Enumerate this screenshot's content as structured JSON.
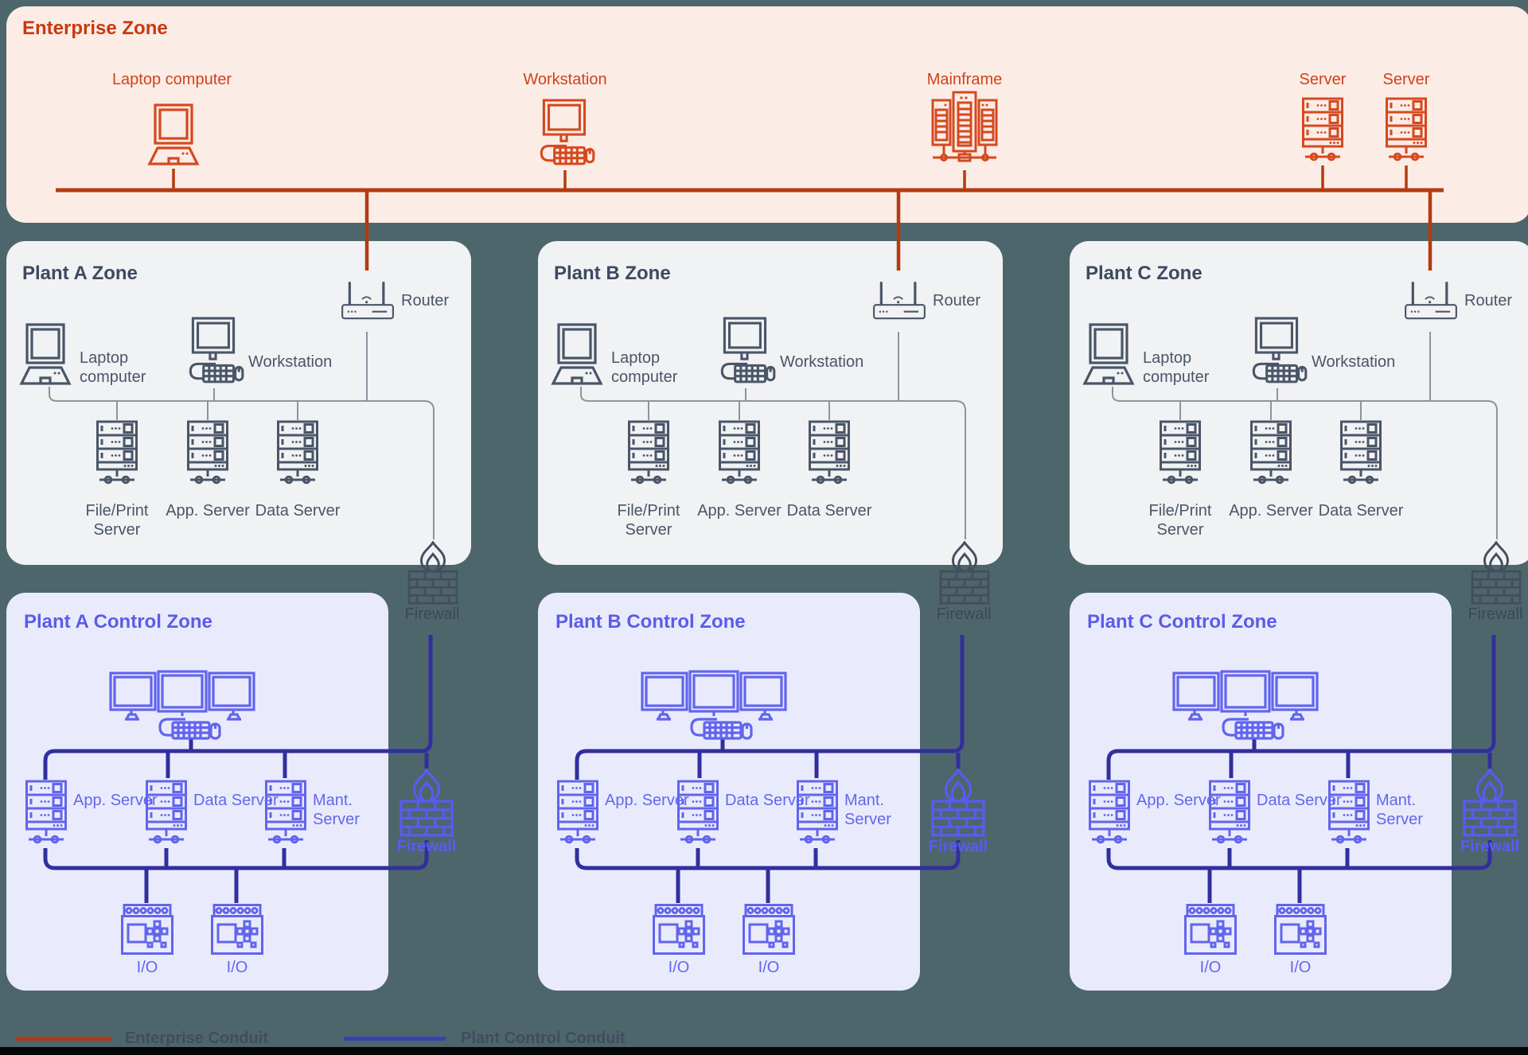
{
  "page": {
    "background": "#4d666c",
    "bottom_bar_color": "#060606"
  },
  "enterprise": {
    "title": "Enterprise Zone",
    "accent": "#d5491f",
    "conduit_color": "#b43b10",
    "devices": [
      "Laptop computer",
      "Workstation",
      "Mainframe",
      "Server",
      "Server"
    ]
  },
  "plant_zones": [
    {
      "title": "Plant A Zone",
      "router": "Router",
      "laptop": "Laptop computer",
      "workstation": "Workstation",
      "servers": [
        "File/Print Server",
        "App. Server",
        "Data Server"
      ],
      "firewall": "Firewall"
    },
    {
      "title": "Plant B Zone",
      "router": "Router",
      "laptop": "Laptop computer",
      "workstation": "Workstation",
      "servers": [
        "File/Print Server",
        "App. Server",
        "Data Server"
      ],
      "firewall": "Firewall"
    },
    {
      "title": "Plant C Zone",
      "router": "Router",
      "laptop": "Laptop computer",
      "workstation": "Workstation",
      "servers": [
        "File/Print Server",
        "App. Server",
        "Data Server"
      ],
      "firewall": "Firewall"
    }
  ],
  "control_zones": [
    {
      "title": "Plant A Control Zone",
      "servers": [
        "App. Server",
        "Data Server",
        "Mant. Server"
      ],
      "io": [
        "I/O",
        "I/O"
      ],
      "firewall": "Firewall"
    },
    {
      "title": "Plant B Control Zone",
      "servers": [
        "App. Server",
        "Data Server",
        "Mant. Server"
      ],
      "io": [
        "I/O",
        "I/O"
      ],
      "firewall": "Firewall"
    },
    {
      "title": "Plant C Control Zone",
      "servers": [
        "App. Server",
        "Data Server",
        "Mant. Server"
      ],
      "io": [
        "I/O",
        "I/O"
      ],
      "firewall": "Firewall"
    }
  ],
  "legend": [
    {
      "label": "Enterprise Conduit",
      "color": "#b23a10"
    },
    {
      "label": "Plant Control Conduit",
      "color": "#3d3db5"
    }
  ]
}
